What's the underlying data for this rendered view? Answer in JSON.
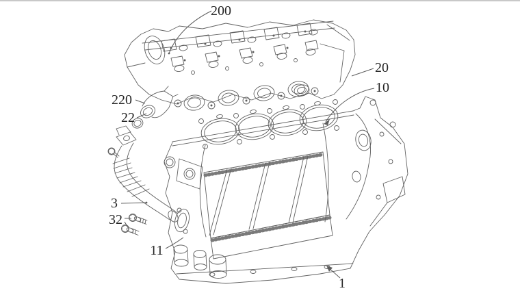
{
  "figure": {
    "description": "Patent-style exploded line drawing of an engine: cylinder head above, engine block with head gasket bores below, plus coolant hose, mounting bolts and O-ring",
    "background_color": "#ffffff",
    "top_border_color": "#c8c8c8",
    "line_color": "#606060",
    "label_color": "#262626",
    "labels": [
      {
        "text": "200"
      },
      {
        "text": "20"
      },
      {
        "text": "10"
      },
      {
        "text": "220"
      },
      {
        "text": "22"
      },
      {
        "text": "3"
      },
      {
        "text": "32"
      },
      {
        "text": "11"
      },
      {
        "text": "1"
      }
    ]
  }
}
